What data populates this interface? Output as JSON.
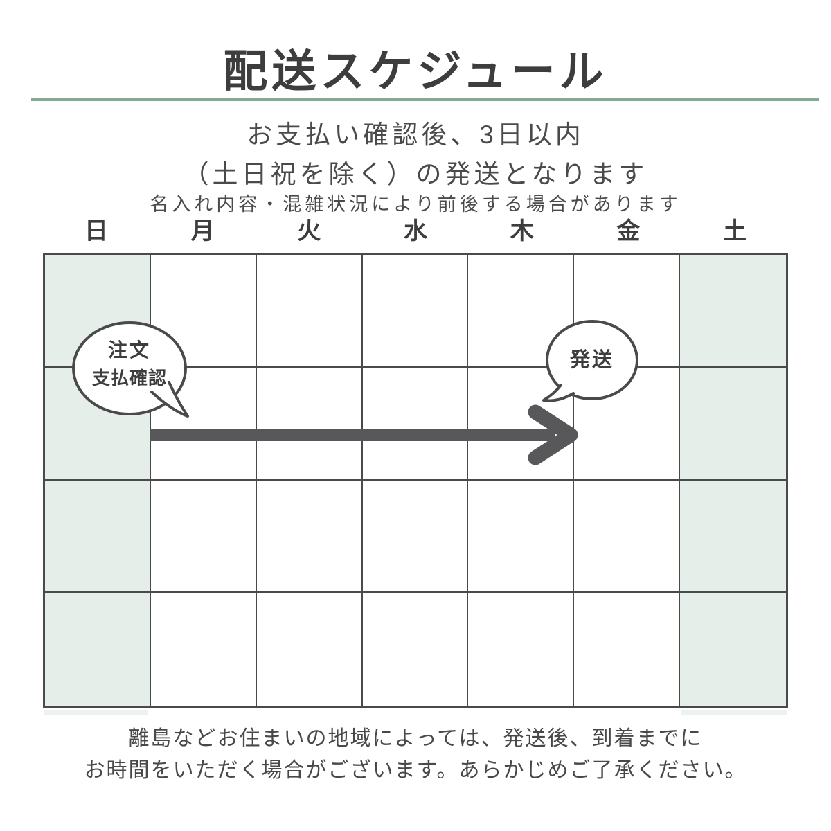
{
  "header": {
    "title": "配送スケジュール",
    "subtitle_line1": "お支払い確認後、3日以内",
    "subtitle_line2": "（土日祝を除く）の発送となります",
    "note": "名入れ内容・混雑状況により前後する場合があります"
  },
  "calendar": {
    "day_headers": [
      "日",
      "月",
      "火",
      "水",
      "木",
      "金",
      "土"
    ],
    "rows": 4,
    "columns": 7,
    "weekend_days": [
      "日",
      "土"
    ]
  },
  "annotations": {
    "order_bubble": {
      "line1": "注文",
      "line2": "支払確認"
    },
    "ship_bubble": {
      "label": "発送"
    },
    "arrow_span": "月→木"
  },
  "footer": {
    "line1": "離島などお住まいの地域によっては、発送後、到着までに",
    "line2": "お時間をいただく場合がございます。あらかじめご了承ください。"
  },
  "colors": {
    "accent_green": "#85aa94",
    "weekend_bg": "#e6eee9",
    "grid_line": "#4a4a4b",
    "arrow_gray": "#58585a",
    "text_dark": "#3d3d3d"
  }
}
